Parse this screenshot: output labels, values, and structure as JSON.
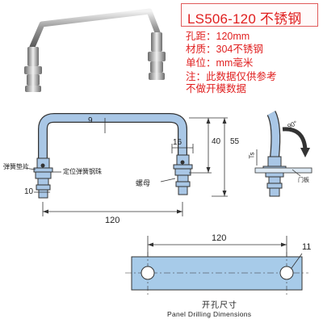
{
  "header": {
    "model": "LS506-120 不锈钢"
  },
  "specs": {
    "hole_spacing": "孔距：120mm",
    "material": "材质：304不锈钢",
    "unit": "单位：mm毫米",
    "note_line1": "注：此数据仅供参考",
    "note_line2": "不做开模数据"
  },
  "front_view": {
    "dim_top": "9",
    "dim_bolt": "16",
    "dim_inner_height": "40",
    "dim_total_height": "55",
    "dim_base": "10",
    "dim_width": "120",
    "label_spring_washer": "弹簧垫片",
    "label_spring_ball": "定位弹簧钢珠",
    "label_nut": "螺母"
  },
  "side_view": {
    "angle": "90°",
    "ts_label": "Ts",
    "door_label": "门板"
  },
  "panel": {
    "dim_width": "120",
    "dim_hole": "11",
    "title_cn": "开孔尺寸",
    "title_en": "Panel Drilling Dimensions"
  },
  "colors": {
    "accent_red": "#e01f1f",
    "handle_blue": "#a9c7e6",
    "panel_blue": "#a7cbe9",
    "line": "#333333"
  }
}
